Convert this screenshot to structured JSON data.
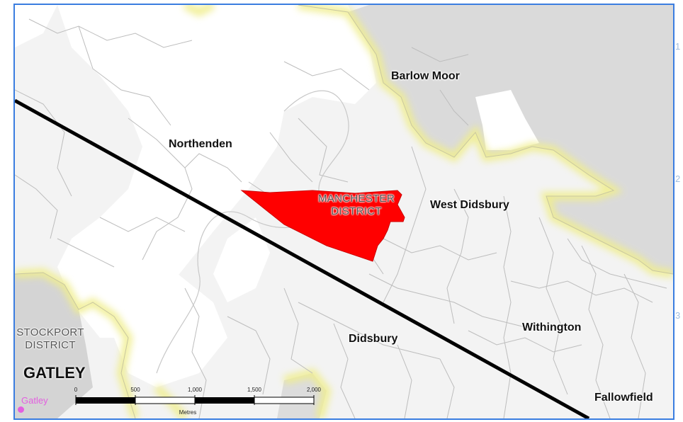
{
  "map": {
    "places": {
      "barlow_moor": "Barlow Moor",
      "northenden": "Northenden",
      "west_didsbury": "West Didsbury",
      "didsbury": "Didsbury",
      "withington": "Withington",
      "fallowfield": "Fallowfield"
    },
    "districts": {
      "manchester_line1": "MANCHESTER",
      "manchester_line2": "DISTRICT",
      "stockport_line1": "STOCKPORT",
      "stockport_line2": "DISTRICT"
    },
    "gatley_heading": "GATLEY",
    "gatley_point_label": "Gatley",
    "highlight_color": "#ff0000",
    "boundary_glow_color": "#f2f0a0",
    "frame_color": "#3a7de0"
  },
  "scale_bar": {
    "ticks": [
      "0",
      "500",
      "1,000",
      "1,500",
      "2,000"
    ],
    "unit": "Metres"
  }
}
